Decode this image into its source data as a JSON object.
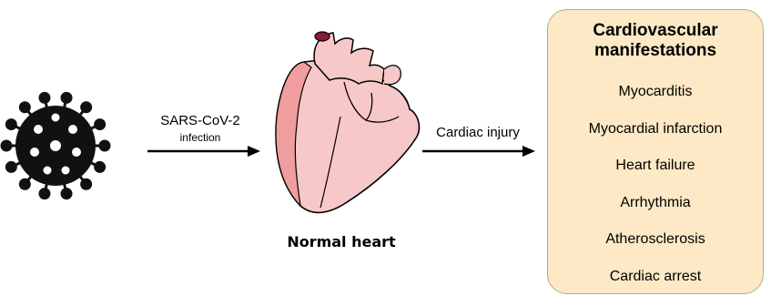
{
  "virus": {
    "icon": "virus-icon"
  },
  "arrow1": {
    "label": "SARS-CoV-2",
    "sublabel": "infection"
  },
  "heart": {
    "icon": "heart-icon",
    "title": "Normal heart"
  },
  "arrow2": {
    "label": "Cardiac injury"
  },
  "box": {
    "title_line1": "Cardiovascular",
    "title_line2": "manifestations",
    "items": [
      "Myocarditis",
      "Myocardial infarction",
      "Heart failure",
      "Arrhythmia",
      "Atherosclerosis",
      "Cardiac arrest"
    ]
  },
  "colors": {
    "box_fill": "#fde9c5",
    "heart_fill": "#f7c8c8",
    "heart_shade": "#ef9d9d"
  }
}
